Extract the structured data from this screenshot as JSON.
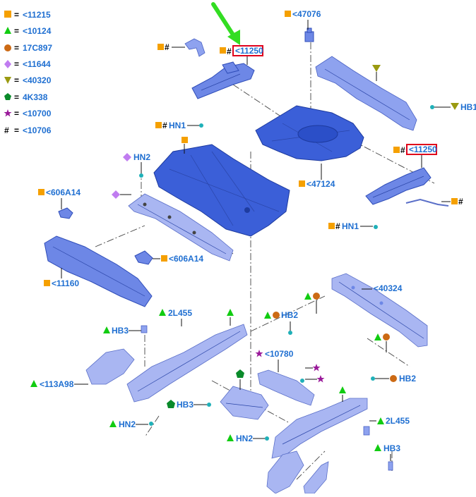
{
  "legend": [
    {
      "symbol": "square",
      "color": "#f5a000",
      "eq": "=",
      "code": "<11215"
    },
    {
      "symbol": "triangle",
      "color": "#11cc11",
      "eq": "=",
      "code": "<10124"
    },
    {
      "symbol": "circle",
      "color": "#cc6a14",
      "eq": "=",
      "code": "17C897"
    },
    {
      "symbol": "diamond",
      "color": "#c07cf0",
      "eq": "=",
      "code": "<11644"
    },
    {
      "symbol": "triangle-down",
      "color": "#9a9a10",
      "eq": "=",
      "code": "<40320"
    },
    {
      "symbol": "pentagon",
      "color": "#0a8a2a",
      "eq": "=",
      "code": "4K338"
    },
    {
      "symbol": "star",
      "color": "#9a1a9a",
      "eq": "=",
      "code": "<10700"
    },
    {
      "symbol": "hash",
      "color": "#000000",
      "eq": "=",
      "code": "<10706"
    }
  ],
  "callouts": {
    "hash": "#",
    "top_bracket": "<11250",
    "top_bolt": "<47076",
    "hn1": "HN1",
    "hn2": "HN2",
    "hb1": "HB1",
    "hb2": "HB2",
    "hb3": "HB3",
    "floor_pan": "<47124",
    "right_bracket": "<11250",
    "left_small": "<606A14",
    "mid_small": "<606A14",
    "left_panel": "<11160",
    "right_crossmember": "<40324",
    "l2455": "2L455",
    "r10780": "<10780",
    "l113a98": "<113A98",
    "r2455": "2L455"
  },
  "colors": {
    "label_blue": "#1f6fd1",
    "highlight_red": "#e0001b",
    "pointer_green": "#33dd22",
    "part_blue": "#3b5fd8",
    "part_lavender": "#a9b6f2"
  }
}
